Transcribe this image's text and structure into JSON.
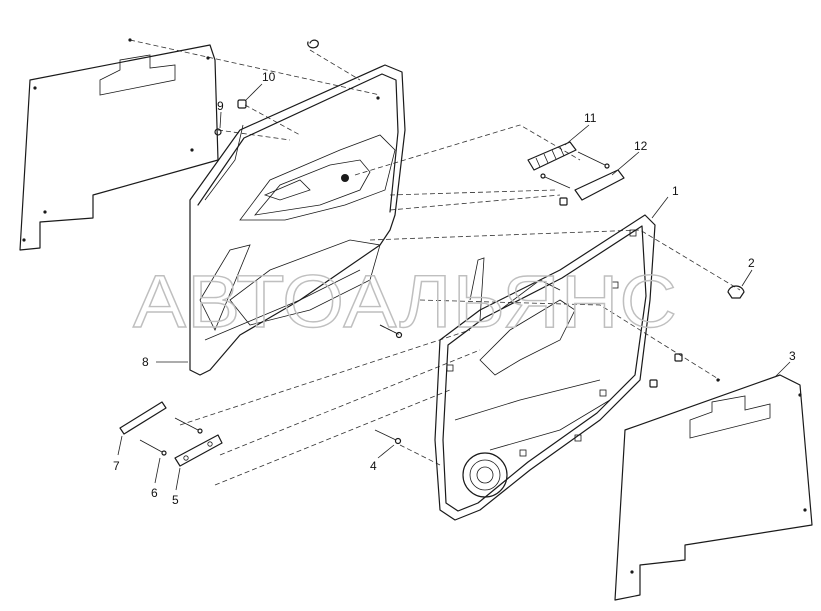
{
  "watermark": "АВТОАЛЬЯНС",
  "callouts": {
    "p1": "1",
    "p2": "2",
    "p3": "3",
    "p4": "4",
    "p5": "5",
    "p6": "6",
    "p7": "7",
    "p8": "8",
    "p9": "9",
    "p10": "10",
    "p11": "11",
    "p12": "12"
  }
}
